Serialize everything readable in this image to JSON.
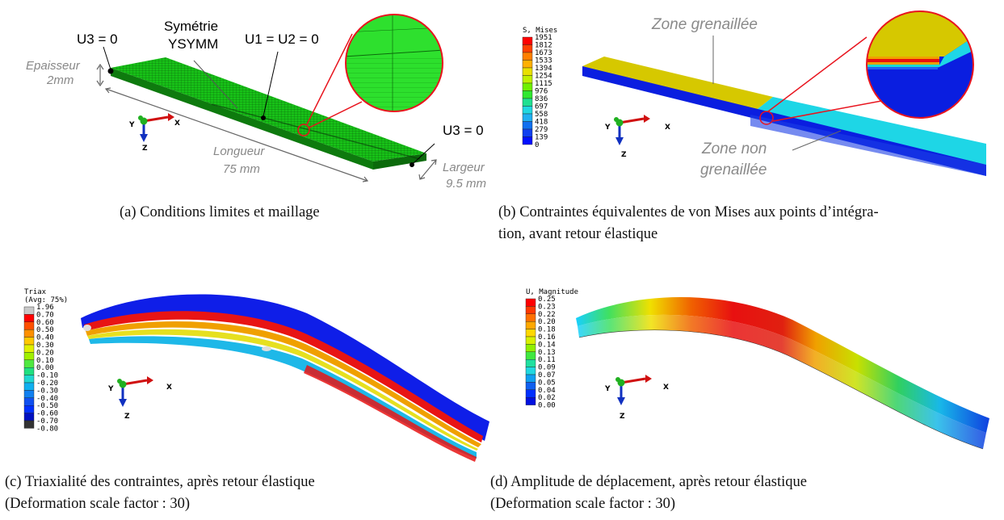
{
  "panel_a": {
    "labels": {
      "u3_left": "U3 = 0",
      "symmetry_line1": "Symétrie",
      "symmetry_line2": "YSYMM",
      "u1u2": "U1 = U2 = 0",
      "u3_right": "U3 = 0",
      "thickness_line1": "Epaisseur",
      "thickness_line2": "2mm",
      "length_line1": "Longueur",
      "length_line2": "75 mm",
      "width_line1": "Largeur",
      "width_line2": "9.5 mm"
    },
    "caption": [
      "(a) Conditions limites et maillage"
    ]
  },
  "panel_b": {
    "legend_title": "S, Mises",
    "legend_values": [
      "1951",
      "1812",
      "1673",
      "1533",
      "1394",
      "1254",
      "1115",
      "976",
      "836",
      "697",
      "558",
      "418",
      "279",
      "139",
      "0"
    ],
    "zone_peened": "Zone grenaillée",
    "zone_unpeened_line1": "Zone non",
    "zone_unpeened_line2": "grenaillée",
    "caption": [
      "(b) Contraintes équivalentes de von Mises aux points d’intégra-",
      "tion, avant retour élastique"
    ]
  },
  "panel_c": {
    "legend_title_line1": "Triax",
    "legend_title_line2": "(Avg: 75%)",
    "legend_values": [
      "1.96",
      "0.70",
      "0.60",
      "0.50",
      "0.40",
      "0.30",
      "0.20",
      "0.10",
      "0.00",
      "-0.10",
      "-0.20",
      "-0.30",
      "-0.40",
      "-0.50",
      "-0.60",
      "-0.70",
      "-0.80"
    ],
    "caption": [
      "(c) Triaxialité des contraintes, après retour élastique",
      "(Deformation scale factor : 30)"
    ]
  },
  "panel_d": {
    "legend_title": "U, Magnitude",
    "legend_values": [
      "0.25",
      "0.23",
      "0.22",
      "0.20",
      "0.18",
      "0.16",
      "0.14",
      "0.13",
      "0.11",
      "0.09",
      "0.07",
      "0.05",
      "0.04",
      "0.02",
      "0.00"
    ],
    "caption": [
      "(d) Amplitude de déplacement, après retour élastique",
      "(Deformation scale factor : 30)"
    ]
  },
  "triad": {
    "x": "X",
    "y": "Y",
    "z": "Z"
  },
  "colors": {
    "mesh_green": "#16c016",
    "peened_yellow": "#d6c800",
    "unpeened_cyan": "#1ed6e6",
    "base_blue": "#0a1ee0",
    "callout_red": "#e8141e"
  }
}
